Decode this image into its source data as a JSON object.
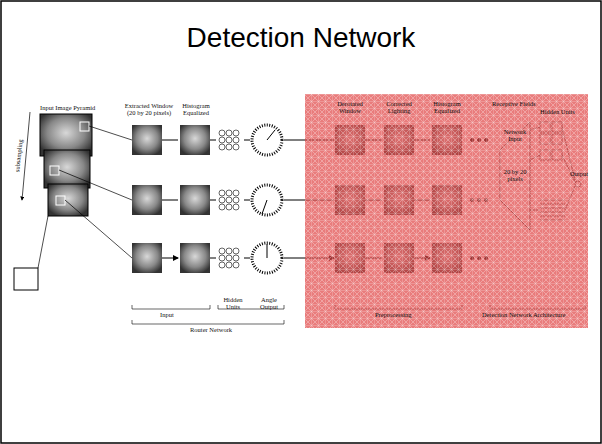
{
  "diagram": {
    "title": "Detection Network",
    "labels": [
      "Input Image Pyramid",
      "Extracted Window (20 by 20 pixels)",
      "Histogram Equalized",
      "subsampling",
      "Input",
      "Hidden Units",
      "Angle Output",
      "Router Network",
      "Derotated Window",
      "Corrected Lighting",
      "Histogram Equalized",
      "Receptive Fields",
      "Hidden Units",
      "Network Input",
      "20 by 20 pixels",
      "Output",
      "Preprocessing",
      "Detection Network Architecture"
    ]
  }
}
